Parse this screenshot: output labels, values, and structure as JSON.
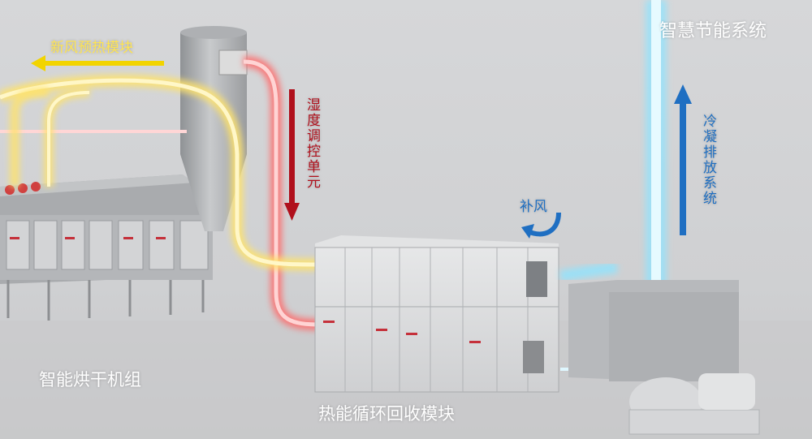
{
  "labels": {
    "title": "智慧节能系统",
    "fresh_air_preheat": "新风预热模块",
    "humidity_control": "湿度调控单元",
    "condensate_exhaust": "冷凝排放系统",
    "makeup_air": "补风",
    "dryer_unit": "智能烘干机组",
    "heat_recovery": "热能循环回收模块"
  },
  "colors": {
    "background": "#cfd1d3",
    "hot_pipe": "#ff6a6a",
    "warm_pipe": "#ffe36b",
    "cold_pipe": "#8fe4ff",
    "red_arrow": "#b0101c",
    "yellow_arrow": "#f2d400",
    "blue_arrow": "#1f6fc2",
    "label_text": "#ffffff",
    "humidity_text": "#b0101c",
    "condensate_text": "#1f6fc2",
    "makeup_text": "#1f6fc2"
  }
}
